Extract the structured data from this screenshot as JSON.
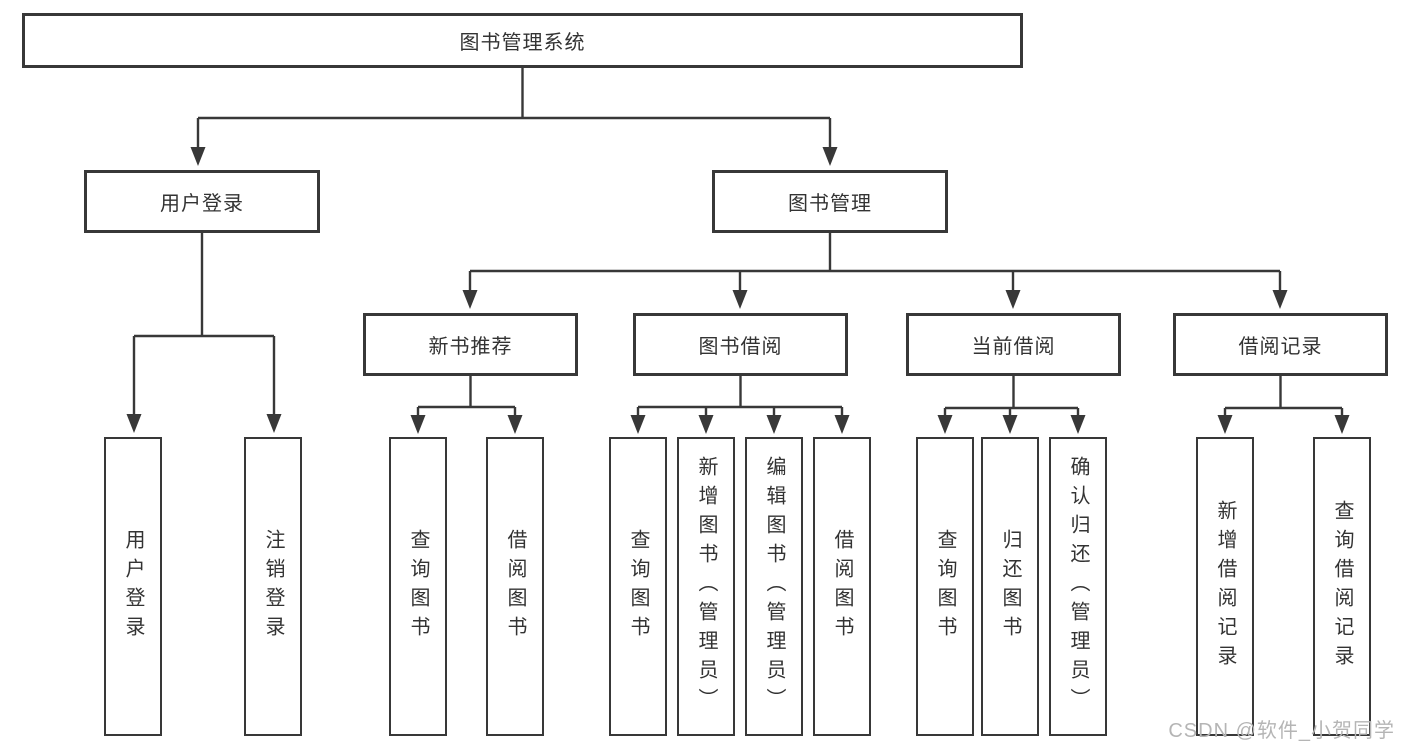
{
  "diagram": {
    "root": {
      "label": "图书管理系统"
    },
    "level2": [
      {
        "label": "用户登录"
      },
      {
        "label": "图书管理"
      }
    ],
    "level3": [
      {
        "label": "新书推荐"
      },
      {
        "label": "图书借阅"
      },
      {
        "label": "当前借阅"
      },
      {
        "label": "借阅记录"
      }
    ],
    "leaves": {
      "user_login": [
        {
          "label": "用户登录"
        },
        {
          "label": "注销登录"
        }
      ],
      "new_book": [
        {
          "label": "查询图书"
        },
        {
          "label": "借阅图书"
        }
      ],
      "book_borrow": [
        {
          "label": "查询图书"
        },
        {
          "label": "新增图书（管理员）"
        },
        {
          "label": "编辑图书（管理员）"
        },
        {
          "label": "借阅图书"
        }
      ],
      "current_borrow": [
        {
          "label": "查询图书"
        },
        {
          "label": "归还图书"
        },
        {
          "label": "确认归还（管理员）"
        }
      ],
      "borrow_record": [
        {
          "label": "新增借阅记录"
        },
        {
          "label": "查询借阅记录"
        }
      ]
    }
  },
  "watermark": {
    "text": "CSDN @软件_小贺同学"
  },
  "colors": {
    "line": "#383838",
    "text": "#333333",
    "watermark": "#b5b5b5",
    "background": "#ffffff"
  }
}
